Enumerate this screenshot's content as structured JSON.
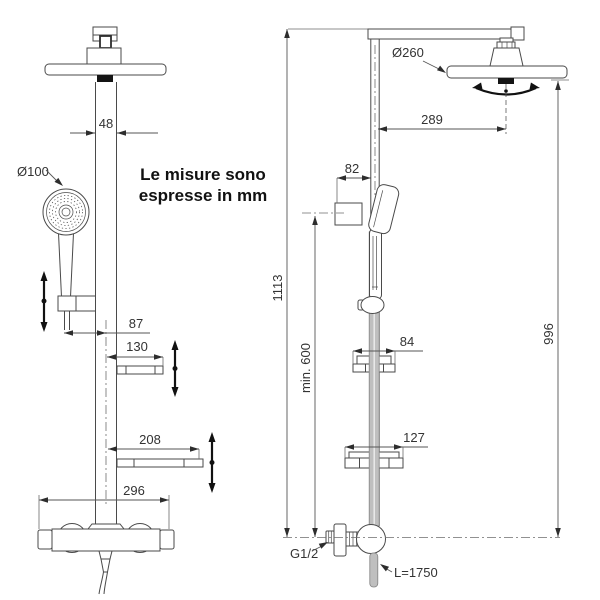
{
  "note": {
    "line1": "Le misure sono",
    "line2": "espresse in mm"
  },
  "front_view": {
    "column_width": "48",
    "handshower_diameter": "Ø100",
    "holder_to_column": "87",
    "upper_shelf_width": "130",
    "lower_shelf_width": "208",
    "mixer_width": "296"
  },
  "side_view": {
    "head_diameter": "Ø260",
    "head_reach": "289",
    "bracket_depth": "82",
    "overall_height": "1113",
    "min_install_height": "min. 600",
    "head_above_mixer": "996",
    "upper_shelf_depth": "84",
    "lower_shelf_depth": "127",
    "inlet_thread": "G1/2",
    "hose_length": "L=1750"
  }
}
